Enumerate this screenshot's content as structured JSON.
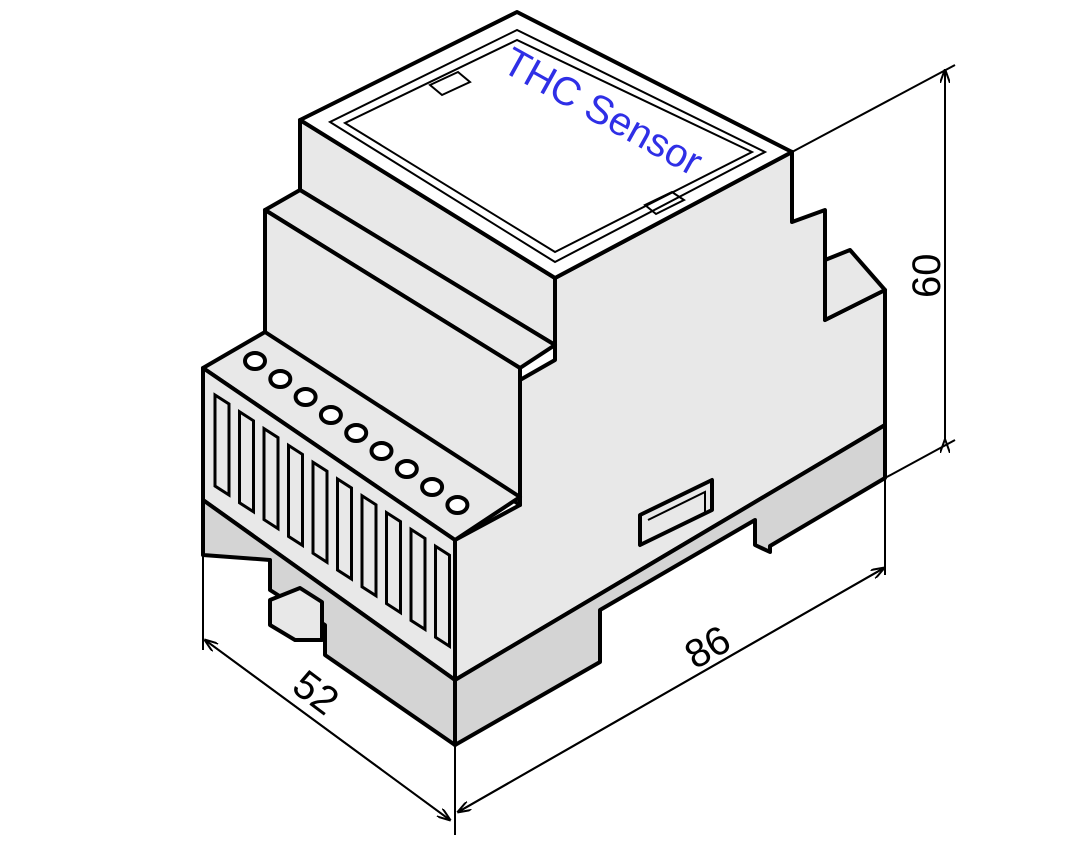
{
  "label": "THC Sensor",
  "dimensions": {
    "height": "60",
    "length": "86",
    "width": "52"
  },
  "colors": {
    "body": "#e8e8e8",
    "rail": "#d4d4d4",
    "lid": "#ffffff",
    "label": "#2f2fe6"
  },
  "terminal_count": 9
}
